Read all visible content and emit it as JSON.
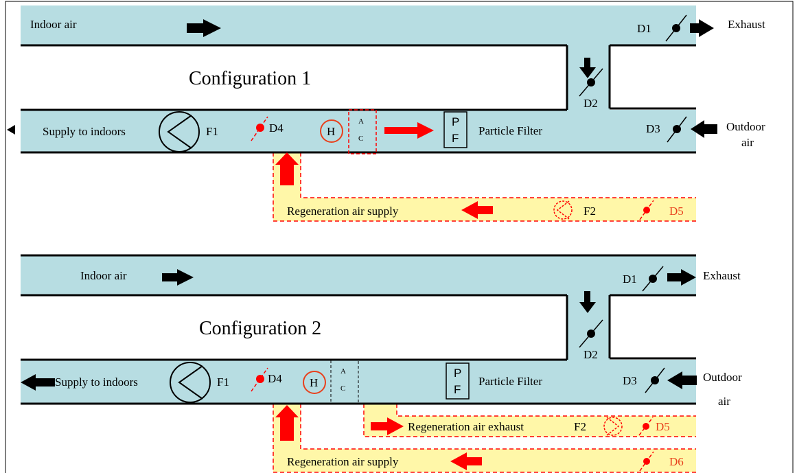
{
  "colors": {
    "duct_fill": "#b7dde2",
    "regen_fill": "#fff7a8",
    "arrow_black": "#000000",
    "arrow_red": "#ff0000",
    "label_red": "#e8401c"
  },
  "config1": {
    "title": "Configuration 1",
    "indoor_air": "Indoor air",
    "exhaust": "Exhaust",
    "supply": "Supply to indoors",
    "outdoor_air_line1": "Outdoor",
    "outdoor_air_line2": "air",
    "particle_filter": "Particle Filter",
    "pf_top": "P",
    "pf_bottom": "F",
    "heater": "H",
    "ac_top": "A",
    "ac_bottom": "C",
    "fan1": "F1",
    "fan2": "F2",
    "d1": "D1",
    "d2": "D2",
    "d3": "D3",
    "d4": "D4",
    "d5": "D5",
    "regen_supply": "Regeneration air supply"
  },
  "config2": {
    "title": "Configuration 2",
    "indoor_air": "Indoor air",
    "exhaust": "Exhaust",
    "supply": "Supply to indoors",
    "outdoor_air_line1": "Outdoor",
    "outdoor_air_line2": "air",
    "particle_filter": "Particle Filter",
    "pf_top": "P",
    "pf_bottom": "F",
    "heater": "H",
    "ac_top": "A",
    "ac_bottom": "C",
    "fan1": "F1",
    "fan2": "F2",
    "d1": "D1",
    "d2": "D2",
    "d3": "D3",
    "d4": "D4",
    "d5": "D5",
    "d6": "D6",
    "regen_exhaust": "Regeneration air exhaust",
    "regen_supply": "Regeneration air supply"
  }
}
